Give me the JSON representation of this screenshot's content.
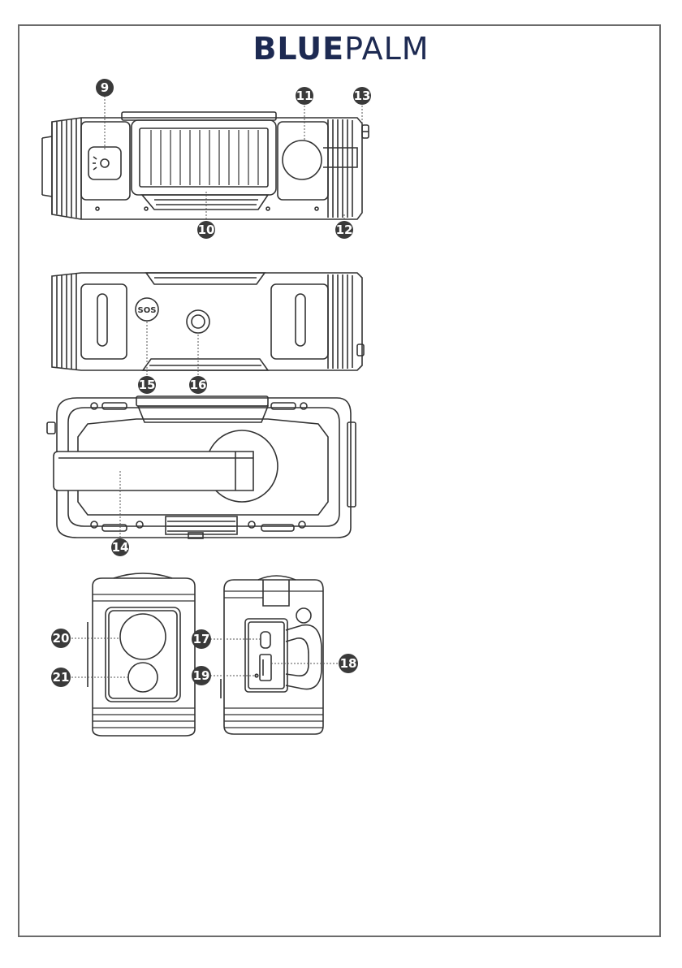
{
  "logo": {
    "part1": "BLUE",
    "part2": "PALM"
  },
  "sos_label": "SOS",
  "callouts": [
    "9",
    "10",
    "11",
    "12",
    "13",
    "14",
    "15",
    "16",
    "17",
    "18",
    "19",
    "20",
    "21"
  ],
  "colors": {
    "brand": "#1d2a52",
    "line": "#333333",
    "badge": "#3a3a3a"
  }
}
